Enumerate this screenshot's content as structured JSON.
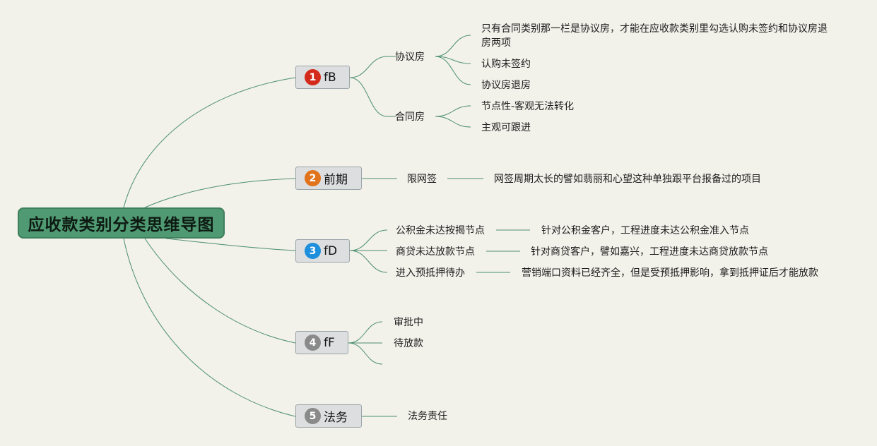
{
  "title": "应收款类别分类思维导图",
  "branches": [
    {
      "num": "1",
      "label": "fB",
      "color": "#d42a1c",
      "children": [
        {
          "label": "协议房",
          "children": [
            "只有合同类别那一栏是协议房，才能在应收款类别里勾选认购未签约和协议房退房两项",
            "认购未签约",
            "协议房退房"
          ]
        },
        {
          "label": "合同房",
          "children": [
            "节点性-客观无法转化",
            "主观可跟进"
          ]
        }
      ]
    },
    {
      "num": "2",
      "label": "前期",
      "color": "#e0731b",
      "children": [
        {
          "label": "限网签",
          "children": [
            "网签周期太长的譬如翡丽和心望这种单独跟平台报备过的项目"
          ]
        }
      ]
    },
    {
      "num": "3",
      "label": "fD",
      "color": "#1e8fdc",
      "children": [
        {
          "label": "公积金未达按揭节点",
          "children": [
            "针对公积金客户，工程进度未达公积金准入节点"
          ]
        },
        {
          "label": "商贷未达放款节点",
          "children": [
            "针对商贷客户，譬如嘉兴，工程进度未达商贷放款节点"
          ]
        },
        {
          "label": "进入预抵押待办",
          "children": [
            "营销端口资料已经齐全，但是受预抵押影响，拿到抵押证后才能放款"
          ]
        }
      ]
    },
    {
      "num": "4",
      "label": "fF",
      "color": "#8a8a8a",
      "children": [
        {
          "label": "审批中",
          "children": []
        },
        {
          "label": "待放款",
          "children": []
        },
        {
          "label": "",
          "children": []
        }
      ]
    },
    {
      "num": "5",
      "label": "法务",
      "color": "#8a8a8a",
      "children": [
        {
          "label": "法务责任",
          "children": []
        }
      ]
    }
  ],
  "colors": {
    "line": "#4d8f73",
    "root_fill": "#4f9a72",
    "background": "#f2f1ea"
  }
}
